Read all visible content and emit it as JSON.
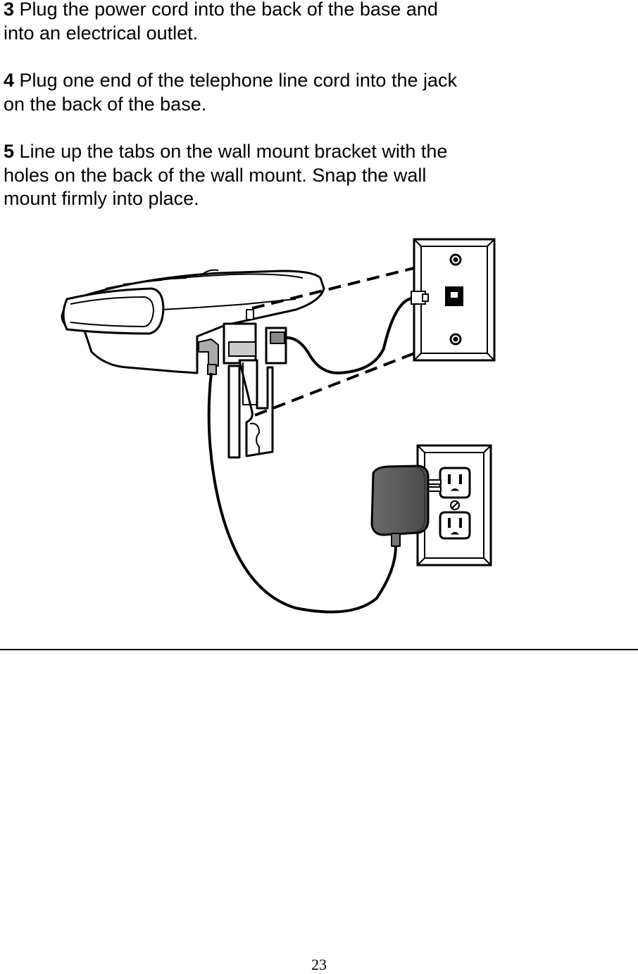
{
  "steps": [
    {
      "number": "3",
      "lines": [
        "Plug the power cord into the back of the base and",
        "into an electrical outlet."
      ]
    },
    {
      "number": "4",
      "lines": [
        "Plug one end of the telephone line cord into the jack",
        "on the back of the base."
      ]
    },
    {
      "number": "5",
      "lines": [
        "Line up the tabs on the wall mount bracket with the",
        "holes on the back of the wall mount. Snap the wall",
        "mount firmly into place."
      ]
    }
  ],
  "illustration": {
    "icons": [
      "phone-base-icon",
      "wall-plate-icon",
      "phone-jack-icon",
      "electrical-outlet-icon",
      "power-adapter-icon"
    ]
  },
  "footer": {
    "page_number": "23"
  },
  "colors": {
    "text": "#000000",
    "adapter": "#5a5a5a",
    "background": "#ffffff"
  }
}
